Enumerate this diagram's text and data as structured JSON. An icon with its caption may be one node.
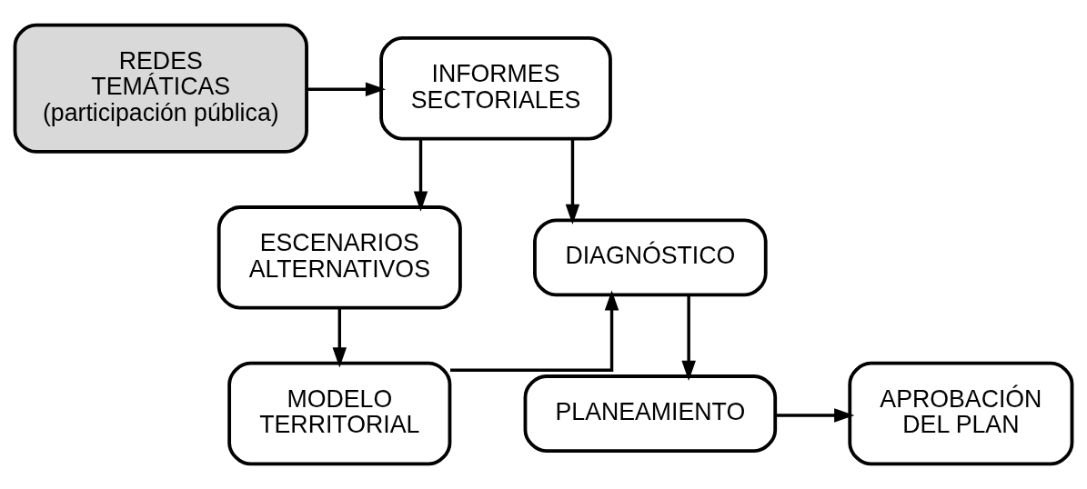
{
  "diagram": {
    "nodes": [
      {
        "text": [
          "REDES TEMÁTICAS (participación pública)"
        ]
      },
      {
        "text": [
          "INFORMES SECTORIALES"
        ]
      },
      {
        "text": [
          "ESCENARIOS ALTERNATIVOS"
        ]
      },
      {
        "text": [
          "MODELO TERRITORIAL"
        ]
      },
      {
        "text": [
          "DIAGNÓSTICO"
        ]
      },
      {
        "text": [
          "PLANEAMIENTO"
        ]
      },
      {
        "text": [
          "APROBACIÓN DEL PLAN"
        ]
      }
    ],
    "edges": [
      {
        "from": 0,
        "to": 1,
        "arrow": "to"
      },
      {
        "from": 1,
        "to": 2,
        "arrow": "to"
      },
      {
        "from": 2,
        "to": 3,
        "arrow": "to"
      },
      {
        "from": 1,
        "to": 4,
        "arrow": "to"
      },
      {
        "from": 3,
        "to": 4,
        "arrow": "to"
      },
      {
        "from": 4,
        "to": 5,
        "arrow": "to"
      },
      {
        "from": 5,
        "to": 6,
        "arrow": "to"
      }
    ]
  }
}
